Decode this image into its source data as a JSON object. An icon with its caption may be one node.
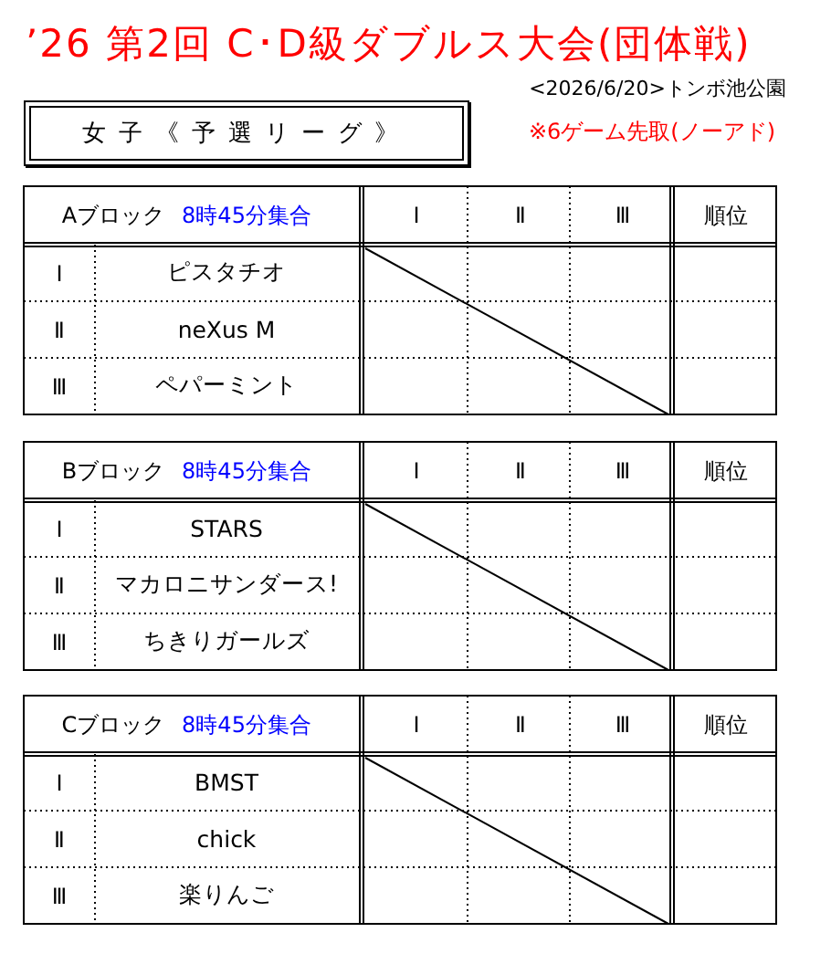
{
  "diagram": {
    "title": "’26 第2回 C･D級ダブルス大会(団体戦)",
    "nodes": [
      {
        "text": [
          "女子《予選リーグ》"
        ]
      }
    ],
    "labels": [
      "<2026/6/20>トンボ池公園",
      "※6ゲーム先取(ノーアド)",
      "Aブロック",
      "8時45分集合",
      "Ⅰ",
      "Ⅱ",
      "Ⅲ",
      "順位",
      "Ⅰ",
      "ピスタチオ",
      "Ⅱ",
      "neXus M",
      "Ⅲ",
      "ペパーミント",
      "Bブロック",
      "8時45分集合",
      "Ⅰ",
      "Ⅱ",
      "Ⅲ",
      "順位",
      "Ⅰ",
      "STARS",
      "Ⅱ",
      "マカロニサンダース!",
      "Ⅲ",
      "ちきりガールズ",
      "Cブロック",
      "8時45分集合",
      "Ⅰ",
      "Ⅱ",
      "Ⅲ",
      "順位",
      "Ⅰ",
      "BMST",
      "Ⅱ",
      "chick",
      "Ⅲ",
      "楽りんご"
    ]
  }
}
